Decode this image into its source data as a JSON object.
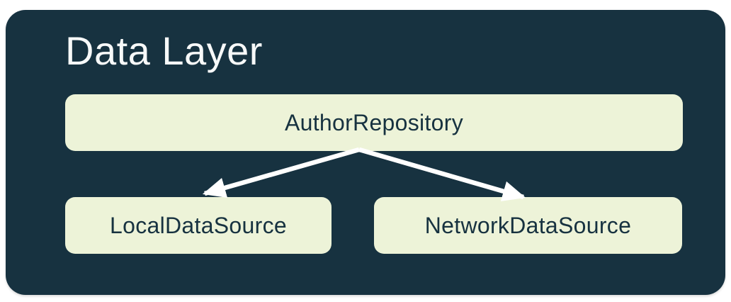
{
  "diagram": {
    "title": "Data Layer",
    "nodes": [
      {
        "id": "repository",
        "label": "AuthorRepository"
      },
      {
        "id": "local-data-source",
        "label": "LocalDataSource"
      },
      {
        "id": "network-data-source",
        "label": "NetworkDataSource"
      }
    ],
    "edges": [
      {
        "from": "AuthorRepository",
        "to": "LocalDataSource",
        "style": "arrow"
      },
      {
        "from": "AuthorRepository",
        "to": "NetworkDataSource",
        "style": "arrow"
      }
    ]
  },
  "colors": {
    "page_background": "#ffffff",
    "container_background": "#173240",
    "node_background": "#edf3d8",
    "node_text": "#173240",
    "title_text": "#f7f9f9",
    "arrow": "#ffffff"
  }
}
